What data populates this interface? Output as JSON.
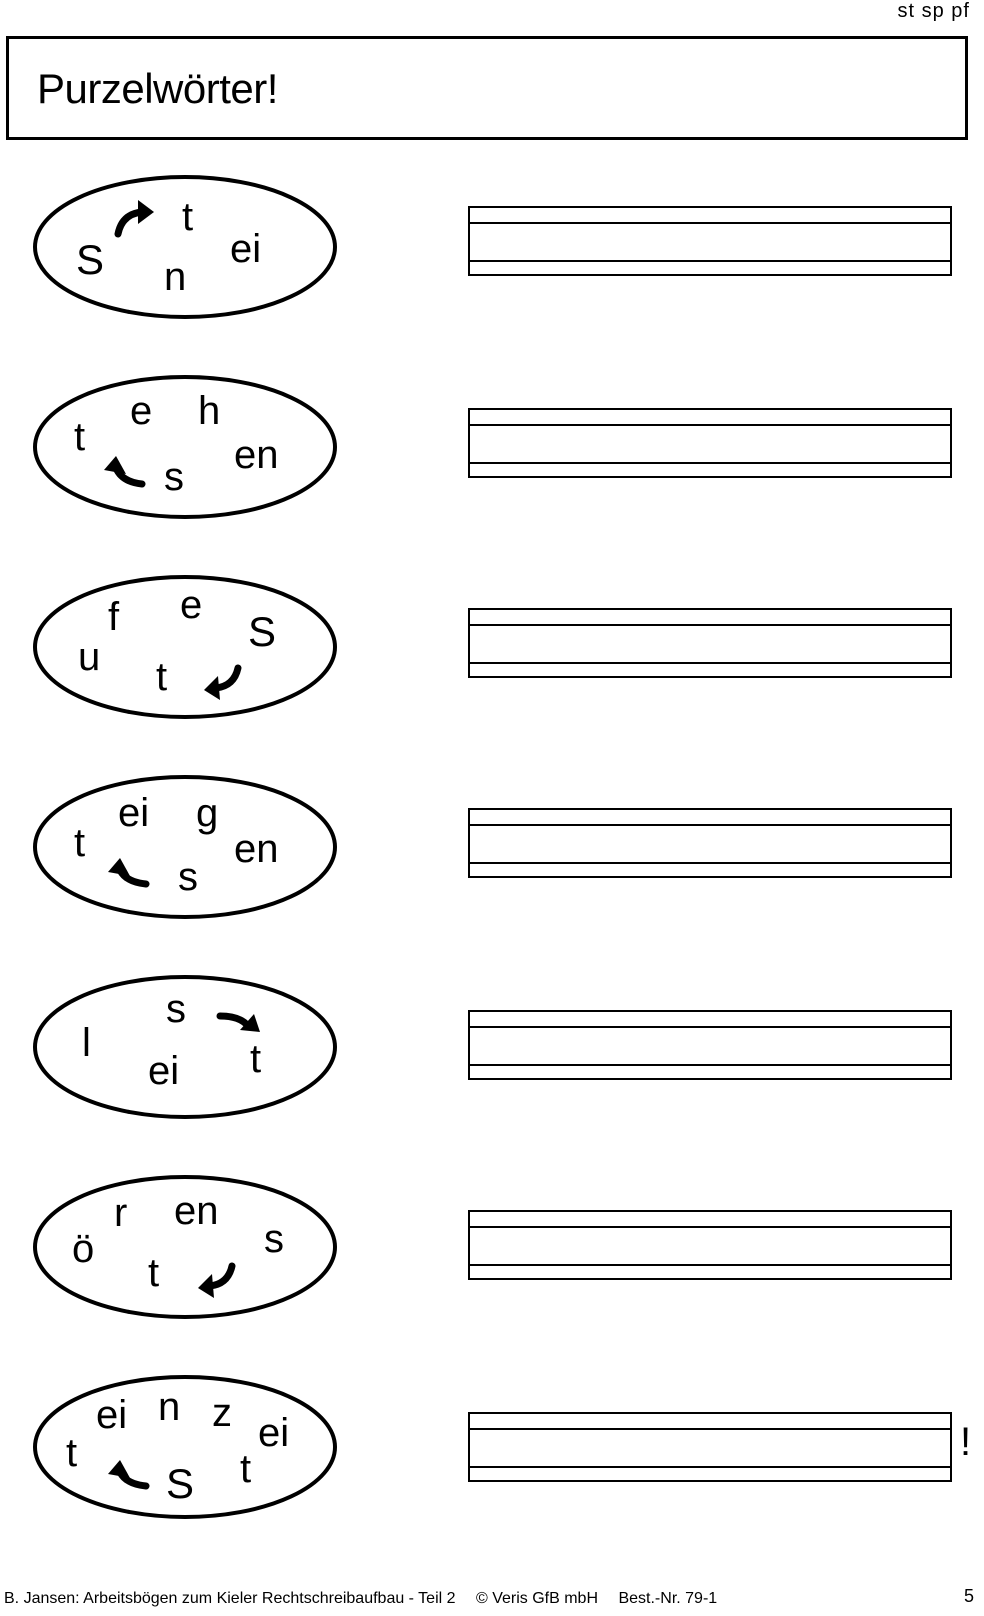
{
  "header": {
    "tag": "st  sp  pf",
    "title": "Purzelwörter!"
  },
  "exercises": [
    {
      "letters": [
        "S",
        "t",
        "n",
        "ei"
      ],
      "arrow": "curved-arrow-right-up"
    },
    {
      "letters": [
        "t",
        "e",
        "h",
        "en",
        "s"
      ],
      "arrow": "curved-arrow-left-down"
    },
    {
      "letters": [
        "u",
        "f",
        "e",
        "S",
        "t"
      ],
      "arrow": "curved-arrow-down-left"
    },
    {
      "letters": [
        "t",
        "ei",
        "g",
        "en",
        "s"
      ],
      "arrow": "curved-arrow-left-down"
    },
    {
      "letters": [
        "l",
        "s",
        "ei",
        "t"
      ],
      "arrow": "curved-arrow-right-down"
    },
    {
      "letters": [
        "ö",
        "r",
        "en",
        "s",
        "t"
      ],
      "arrow": "curved-arrow-down-left"
    },
    {
      "letters": [
        "t",
        "ei",
        "n",
        "z",
        "ei",
        "S",
        "t"
      ],
      "arrow": "curved-arrow-left-down"
    }
  ],
  "last_line_mark": "!",
  "footer": {
    "credit": "B. Jansen: Arbeitsbögen zum Kieler Rechtschreibaufbau - Teil 2",
    "copyright": "© Veris GfB mbH",
    "order": "Best.-Nr. 79-1",
    "page": "5"
  }
}
